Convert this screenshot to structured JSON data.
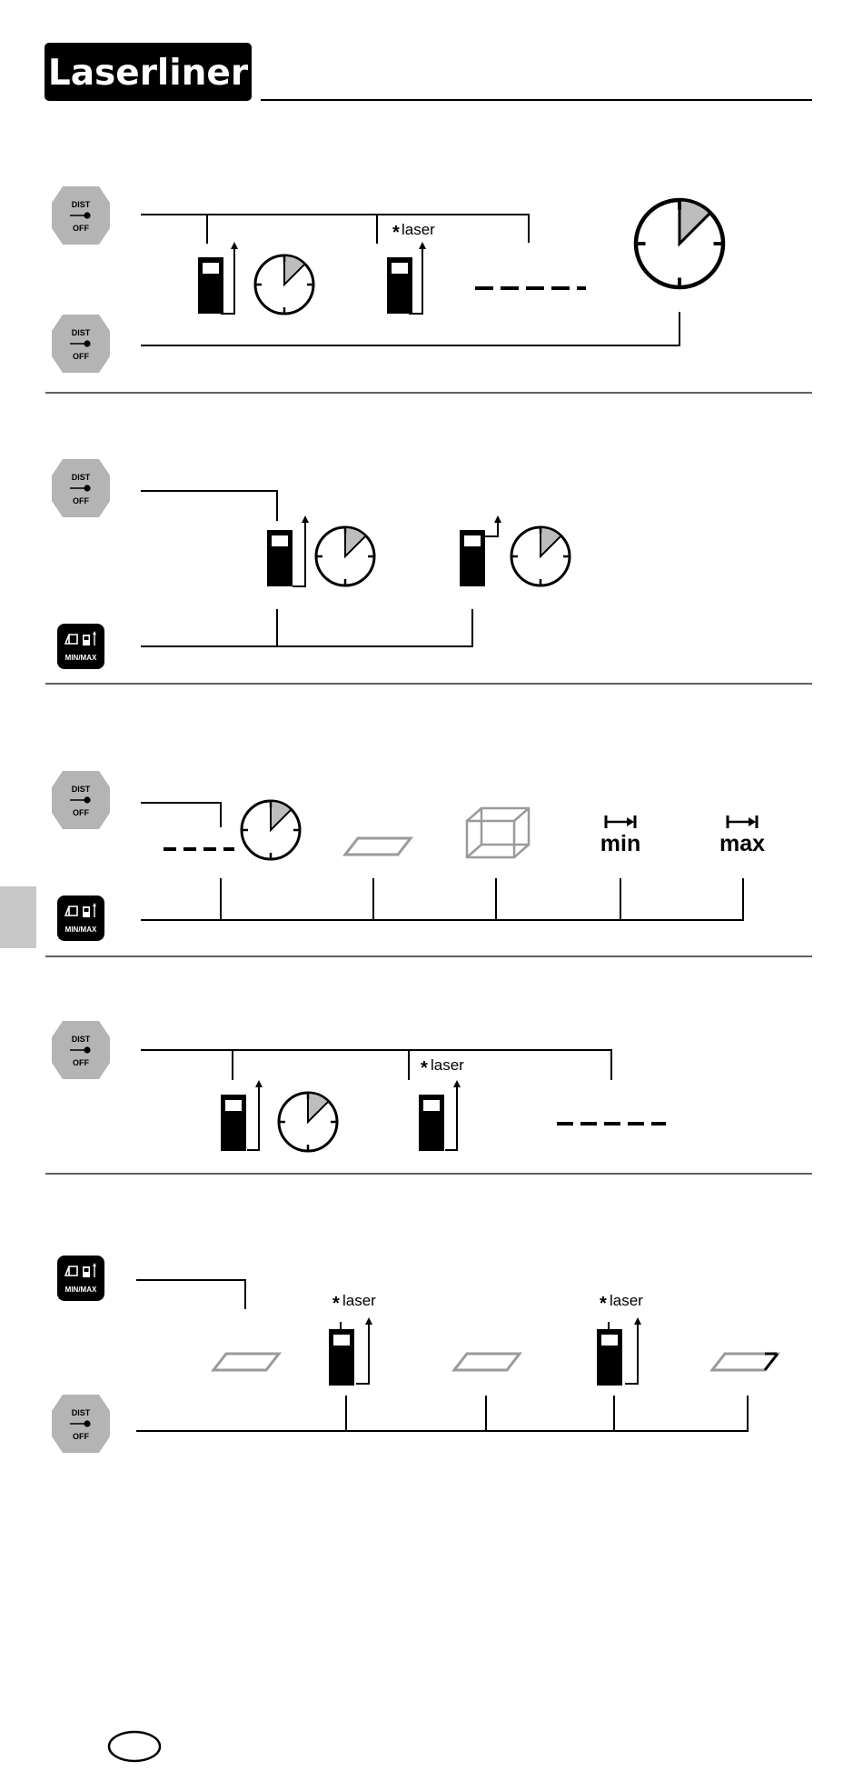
{
  "header": {
    "brand": "Laserliner"
  },
  "buttons": {
    "dist_off": {
      "top": "DIST",
      "bottom": "OFF"
    },
    "minmax": {
      "label": "MIN/MAX"
    }
  },
  "labels": {
    "laser": "laser",
    "min": "min",
    "max": "max"
  },
  "colors": {
    "ink": "#000000",
    "button_gray": "#b4b4b4",
    "side_tab": "#c8c8c8",
    "clock_wedge": "#bdbdbd",
    "outline_gray": "#9a9a9a"
  },
  "icons": [
    "dist-off-button-icon",
    "minmax-button-icon",
    "device-icon",
    "clock-icon",
    "area-icon",
    "volume-icon",
    "min-icon",
    "max-icon"
  ]
}
